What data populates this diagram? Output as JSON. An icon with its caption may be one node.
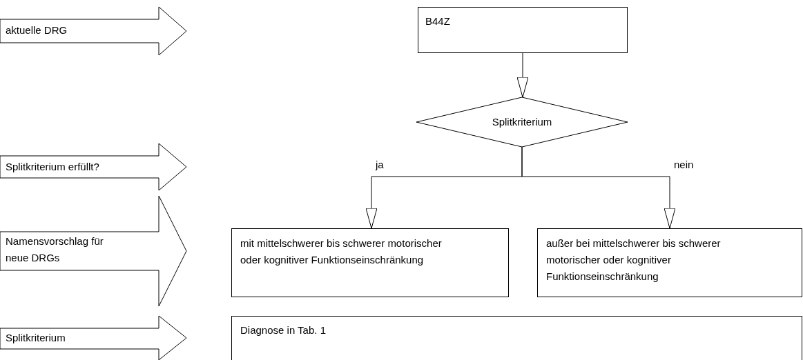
{
  "diagram": {
    "nodes": [
      {
        "text": [
          "aktuelle DRG"
        ]
      },
      {
        "text": [
          "Splitkriterium erfüllt?"
        ]
      },
      {
        "text": [
          "Namensvorschlag für neue DRGs"
        ]
      },
      {
        "text": [
          "Splitkriterium"
        ]
      },
      {
        "text": [
          "B44Z"
        ]
      },
      {
        "text": [
          "Splitkriterium"
        ]
      },
      {
        "text": [
          "mit mittelschwerer bis schwerer motorischer oder kognitiver Funktionseinschränkung"
        ]
      },
      {
        "text": [
          "außer bei mittelschwerer bis schwerer motorischer oder kognitiver Funktionseinschränkung"
        ]
      },
      {
        "text": [
          "Diagnose in Tab. 1"
        ]
      }
    ],
    "edges": [
      {
        "from": 4,
        "to": 5,
        "arrow": "to"
      },
      {
        "from": 5,
        "to": 6,
        "arrow": "to",
        "label": "ja"
      },
      {
        "from": 5,
        "to": 7,
        "arrow": "to",
        "label": "nein"
      }
    ]
  }
}
